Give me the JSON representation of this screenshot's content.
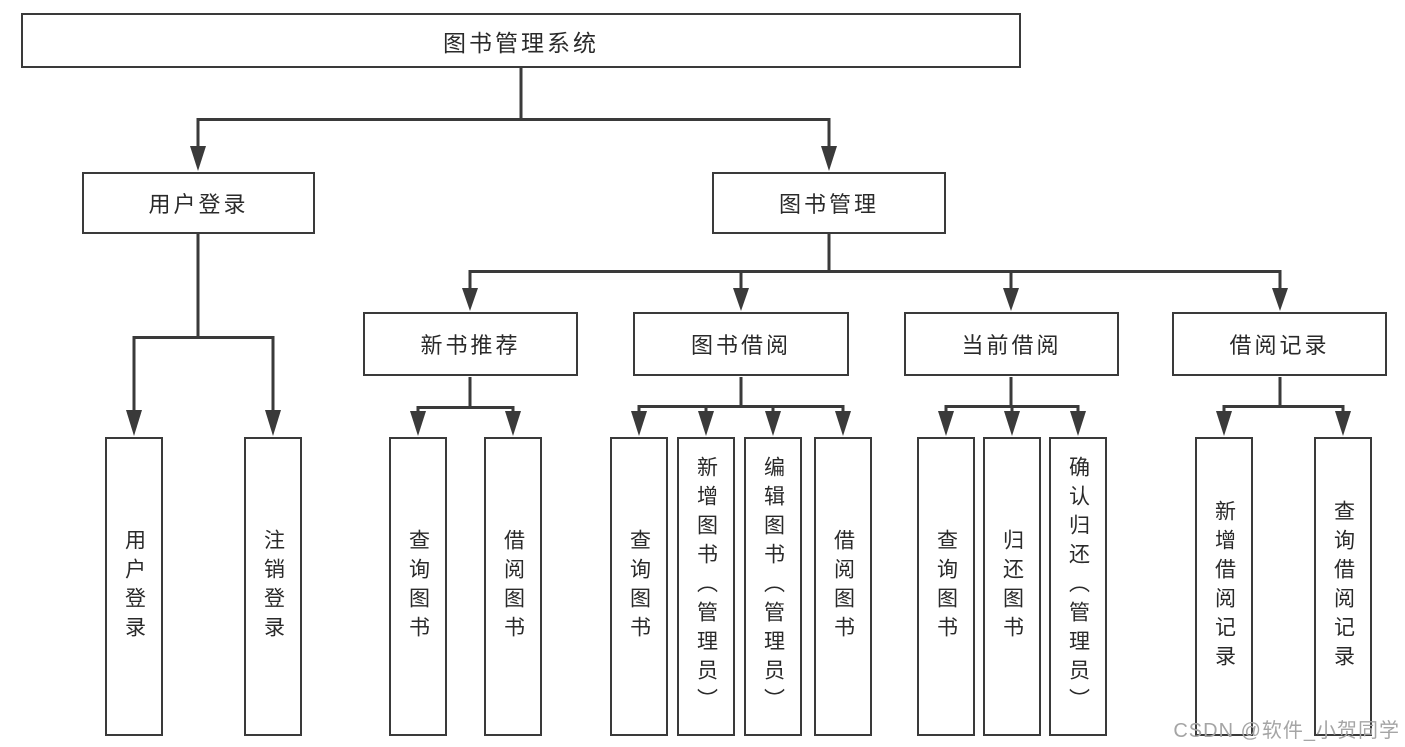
{
  "diagram": {
    "root": {
      "label": "图书管理系统"
    },
    "branches": [
      {
        "label": "用户登录",
        "children": [
          {
            "label": "用户登录"
          },
          {
            "label": "注销登录"
          }
        ]
      },
      {
        "label": "图书管理",
        "children": [
          {
            "label": "新书推荐",
            "children": [
              {
                "label": "查询图书"
              },
              {
                "label": "借阅图书"
              }
            ]
          },
          {
            "label": "图书借阅",
            "children": [
              {
                "label": "查询图书"
              },
              {
                "label": "新增图书（管理员）"
              },
              {
                "label": "编辑图书（管理员）"
              },
              {
                "label": "借阅图书"
              }
            ]
          },
          {
            "label": "当前借阅",
            "children": [
              {
                "label": "查询图书"
              },
              {
                "label": "归还图书"
              },
              {
                "label": "确认归还（管理员）"
              }
            ]
          },
          {
            "label": "借阅记录",
            "children": [
              {
                "label": "新增借阅记录"
              },
              {
                "label": "查询借阅记录"
              }
            ]
          }
        ]
      }
    ]
  },
  "watermark": {
    "text": "CSDN @软件_小贺同学"
  },
  "colors": {
    "line": "#3a3a3a",
    "text": "#2a2a2a",
    "box_background": "#ffffff",
    "watermark": "#a5a5a5",
    "page_background": "#ffffff"
  }
}
